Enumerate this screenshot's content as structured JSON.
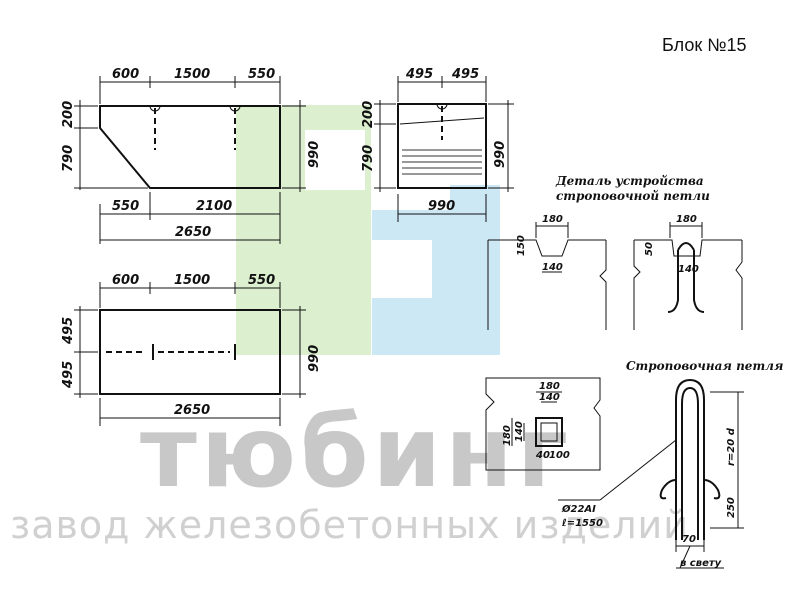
{
  "title": "Блок №15",
  "watermark": {
    "brand": "тюбинг",
    "subtitle": "завод железобетонных изделий",
    "colors": {
      "green": "#d8efc8",
      "blue": "#c8e6f4",
      "gray": "#c8c8c8"
    }
  },
  "side_view": {
    "top_dims": [
      "600",
      "1500",
      "550"
    ],
    "left_dims": [
      "200",
      "790"
    ],
    "right_dim": "990",
    "bottom_dims": [
      "550",
      "2100"
    ],
    "overall": "2650"
  },
  "end_view": {
    "top_dims": [
      "495",
      "495"
    ],
    "left_dims": [
      "200",
      "790"
    ],
    "right_dim": "990",
    "bottom_dim": "990"
  },
  "plan_view": {
    "top_dims": [
      "600",
      "1500",
      "550"
    ],
    "left_dims": [
      "495",
      "495"
    ],
    "right_dim": "990",
    "bottom_dim": "2650"
  },
  "detail": {
    "caption_line1": "Деталь устройства",
    "caption_line2": "строповочной петли",
    "left_dims": [
      "180",
      "150",
      "140"
    ],
    "right_dims": [
      "180",
      "50",
      "140"
    ]
  },
  "recess": {
    "dims_top": [
      "180",
      "140"
    ],
    "dims_left": [
      "180",
      "140"
    ],
    "dims_bottom": [
      "40",
      "100"
    ]
  },
  "loop": {
    "caption": "Строповочная петля",
    "bar": "Ø22АI",
    "length": "ℓ=1550",
    "gap": "70",
    "gap_note": "в свету",
    "r_label": "r=20 d",
    "h_label": "250"
  }
}
